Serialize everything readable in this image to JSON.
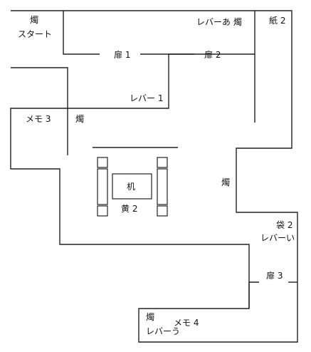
{
  "labels": {
    "candle_start_room": "燭",
    "start": "スタート",
    "lever_a_candle": "レバーあ 燭",
    "paper_2": "紙 2",
    "door_1": "扉 1",
    "door_2": "扉 2",
    "lever_1": "レバー 1",
    "memo_3": "メモ 3",
    "candle_center": "燭",
    "desk": "机",
    "yellow_2": "黄 2",
    "candle_right": "燭",
    "bag_2": "袋 2",
    "lever_i": "レバーい",
    "door_3": "扉 3",
    "candle_bottom": "燭",
    "memo_4": "メモ 4",
    "lever_u": "レバーう"
  }
}
